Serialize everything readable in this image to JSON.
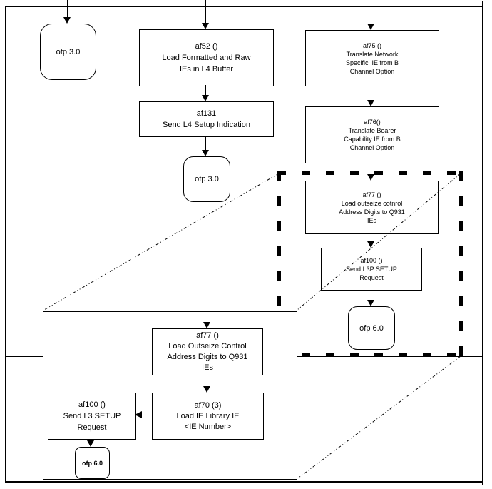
{
  "colors": {
    "line": "#000000",
    "background": "#ffffff"
  },
  "nodes": {
    "ofp3_top": {
      "label": "ofp 3.0"
    },
    "af52": {
      "lines": [
        "af52 ()",
        "Load Formatted and Raw",
        "IEs in L4 Buffer"
      ]
    },
    "af131": {
      "lines": [
        "af131",
        "Send L4 Setup Indication"
      ]
    },
    "ofp3_mid": {
      "label": "ofp 3.0"
    },
    "af75": {
      "lines": [
        "af75 ()",
        "Translate Network",
        "Specific  IE from B",
        "Channel Option"
      ]
    },
    "af76": {
      "lines": [
        "af76()",
        "Translate Bearer",
        "Capability IE from B",
        "Channel Option"
      ]
    },
    "af77_main": {
      "lines": [
        "af77 ()",
        "Load outseize cotnrol",
        "Address Digits to Q931",
        "IEs"
      ]
    },
    "af100_main": {
      "lines": [
        "af100 ()",
        "Send L3P SETUP",
        "Request"
      ]
    },
    "ofp6_main": {
      "label": "ofp 6.0"
    },
    "af77_inset": {
      "lines": [
        "af77 ()",
        "Load Outseize Control",
        "Address Digits to Q931",
        "IEs"
      ]
    },
    "af70_inset": {
      "lines": [
        "af70 (3)",
        "Load IE Library IE",
        "<IE Number>"
      ]
    },
    "af100_inset": {
      "lines": [
        "af100 ()",
        "Send L3 SETUP",
        "Request"
      ]
    },
    "ofp6_inset": {
      "label": "ofp 6.0"
    }
  }
}
